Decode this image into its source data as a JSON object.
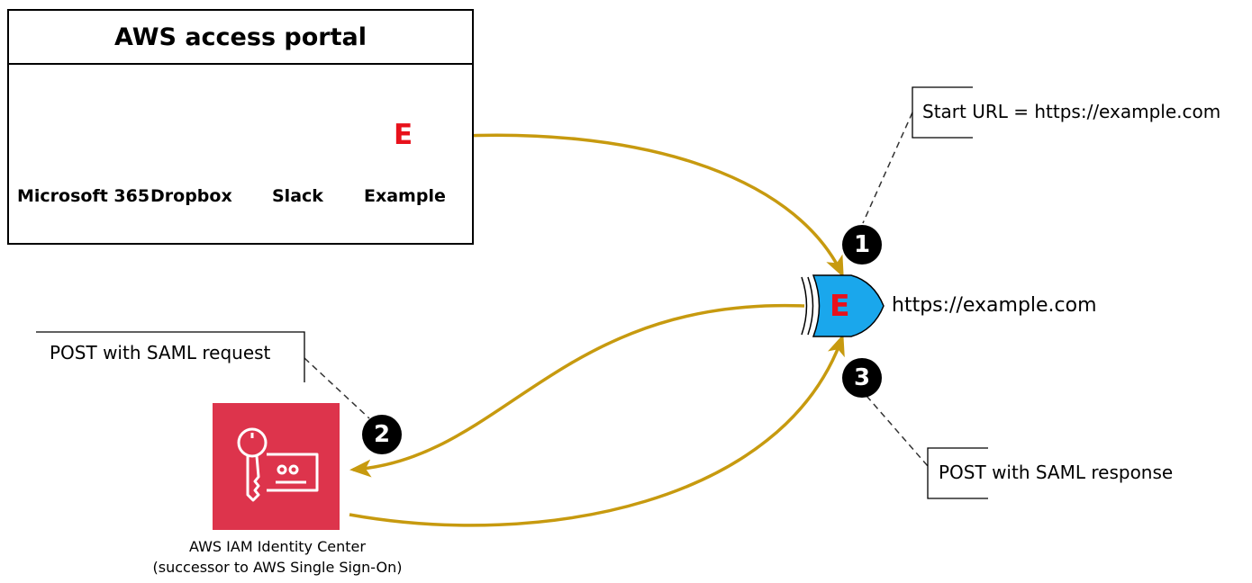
{
  "portal": {
    "title": "AWS access portal",
    "apps": [
      {
        "label": "Microsoft 365",
        "icon": "microsoft-365-icon",
        "color": "#EB3C00"
      },
      {
        "label": "Dropbox",
        "icon": "dropbox-icon",
        "color": "#0061FF"
      },
      {
        "label": "Slack",
        "icon": "slack-icon",
        "color": "#36C5F0"
      },
      {
        "label": "Example",
        "icon": "example-app-icon",
        "color": "#1AA7EC"
      }
    ]
  },
  "app_node": {
    "url": "https://example.com",
    "letter": "E",
    "color": "#1AA7EC",
    "letter_color": "#E8111B"
  },
  "identity_center": {
    "caption_line1": "AWS IAM Identity Center",
    "caption_line2": "(successor to AWS Single Sign-On)",
    "icon": "key-id-card-icon",
    "color": "#DD344C"
  },
  "notes": {
    "start_url": "Start URL = https://example.com",
    "saml_request": "POST with SAML request",
    "saml_response": "POST with SAML response"
  },
  "steps": [
    "1",
    "2",
    "3"
  ],
  "colors": {
    "arrow": "#C79A0F",
    "callout_line": "#333333"
  }
}
